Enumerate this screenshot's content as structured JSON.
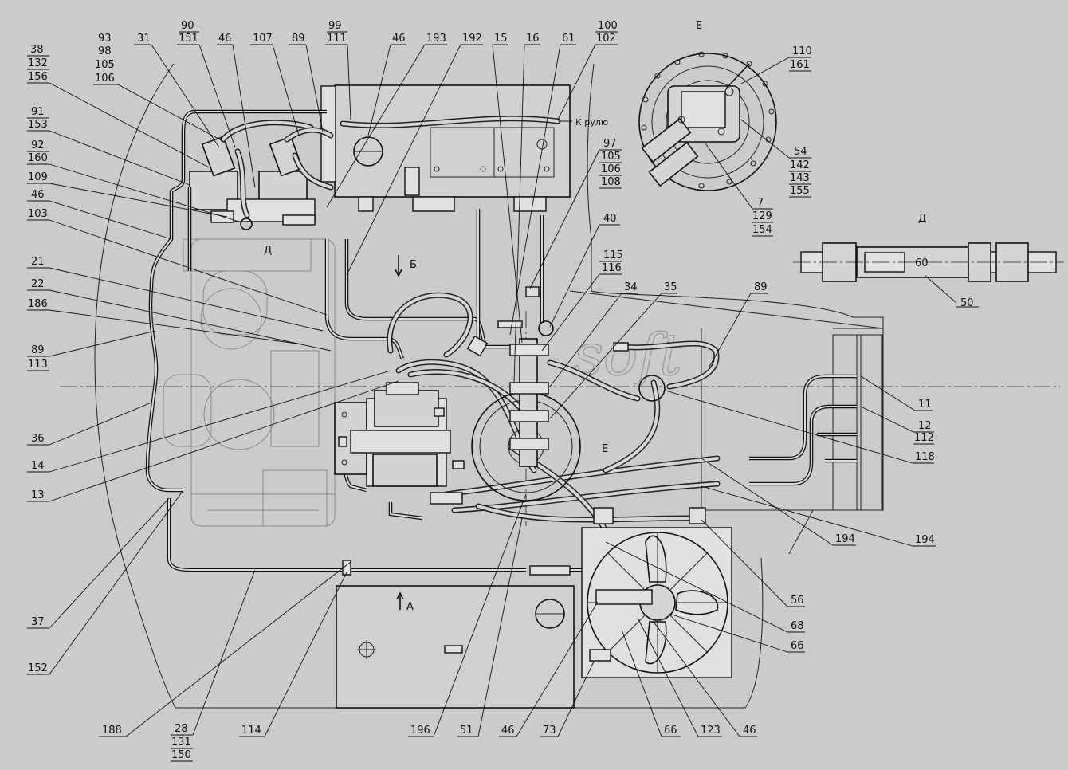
{
  "view_labels": {
    "detail_e": "Е",
    "detail_d": "Д",
    "arrow_b": "Б",
    "arrow_a": "А",
    "section_d_mark": "Д",
    "section_e_mark": "Е",
    "to_steering": "К рулю"
  },
  "callouts_left": [
    {
      "lines": [
        "38",
        "132",
        "156"
      ]
    },
    {
      "lines": [
        "93",
        "98",
        "105",
        "106"
      ]
    },
    {
      "lines": [
        "31"
      ]
    },
    {
      "lines": [
        "90",
        "151"
      ]
    },
    {
      "lines": [
        "46"
      ]
    },
    {
      "lines": [
        "107"
      ]
    },
    {
      "lines": [
        "89"
      ]
    },
    {
      "lines": [
        "91",
        "153"
      ]
    },
    {
      "lines": [
        "92",
        "160"
      ]
    },
    {
      "lines": [
        "109"
      ]
    },
    {
      "lines": [
        "46"
      ]
    },
    {
      "lines": [
        "103"
      ]
    },
    {
      "lines": [
        "21"
      ]
    },
    {
      "lines": [
        "22"
      ]
    },
    {
      "lines": [
        "186"
      ]
    },
    {
      "lines": [
        "89",
        "113"
      ]
    },
    {
      "lines": [
        "36"
      ]
    },
    {
      "lines": [
        "14"
      ]
    },
    {
      "lines": [
        "13"
      ]
    },
    {
      "lines": [
        "37"
      ]
    },
    {
      "lines": [
        "152"
      ]
    }
  ],
  "callouts_top": [
    {
      "lines": [
        "99",
        "111"
      ]
    },
    {
      "lines": [
        "46"
      ]
    },
    {
      "lines": [
        "193"
      ]
    },
    {
      "lines": [
        "192"
      ]
    },
    {
      "lines": [
        "15"
      ]
    },
    {
      "lines": [
        "16"
      ]
    },
    {
      "lines": [
        "61"
      ]
    },
    {
      "lines": [
        "100",
        "102"
      ]
    }
  ],
  "callouts_right": [
    {
      "lines": [
        "110",
        "161"
      ]
    },
    {
      "lines": [
        "54",
        "142",
        "143",
        "155"
      ]
    },
    {
      "lines": [
        "7",
        "129",
        "154"
      ]
    },
    {
      "lines": [
        "97",
        "105",
        "106",
        "108"
      ]
    },
    {
      "lines": [
        "40"
      ]
    },
    {
      "lines": [
        "115",
        "116"
      ]
    },
    {
      "lines": [
        "34"
      ]
    },
    {
      "lines": [
        "35"
      ]
    },
    {
      "lines": [
        "89"
      ]
    },
    {
      "lines": [
        "60"
      ]
    },
    {
      "lines": [
        "50"
      ]
    },
    {
      "lines": [
        "11"
      ]
    },
    {
      "lines": [
        "12",
        "112"
      ]
    },
    {
      "lines": [
        "118"
      ]
    },
    {
      "lines": [
        "194"
      ]
    },
    {
      "lines": [
        "194"
      ]
    },
    {
      "lines": [
        "56"
      ]
    },
    {
      "lines": [
        "68"
      ]
    },
    {
      "lines": [
        "66"
      ]
    }
  ],
  "callouts_bottom": [
    {
      "lines": [
        "188"
      ]
    },
    {
      "lines": [
        "28",
        "131",
        "150"
      ]
    },
    {
      "lines": [
        "114"
      ]
    },
    {
      "lines": [
        "196"
      ]
    },
    {
      "lines": [
        "51"
      ]
    },
    {
      "lines": [
        "46"
      ]
    },
    {
      "lines": [
        "73"
      ]
    },
    {
      "lines": [
        "66"
      ]
    },
    {
      "lines": [
        "123"
      ]
    },
    {
      "lines": [
        "46"
      ]
    }
  ],
  "watermark": "soft"
}
